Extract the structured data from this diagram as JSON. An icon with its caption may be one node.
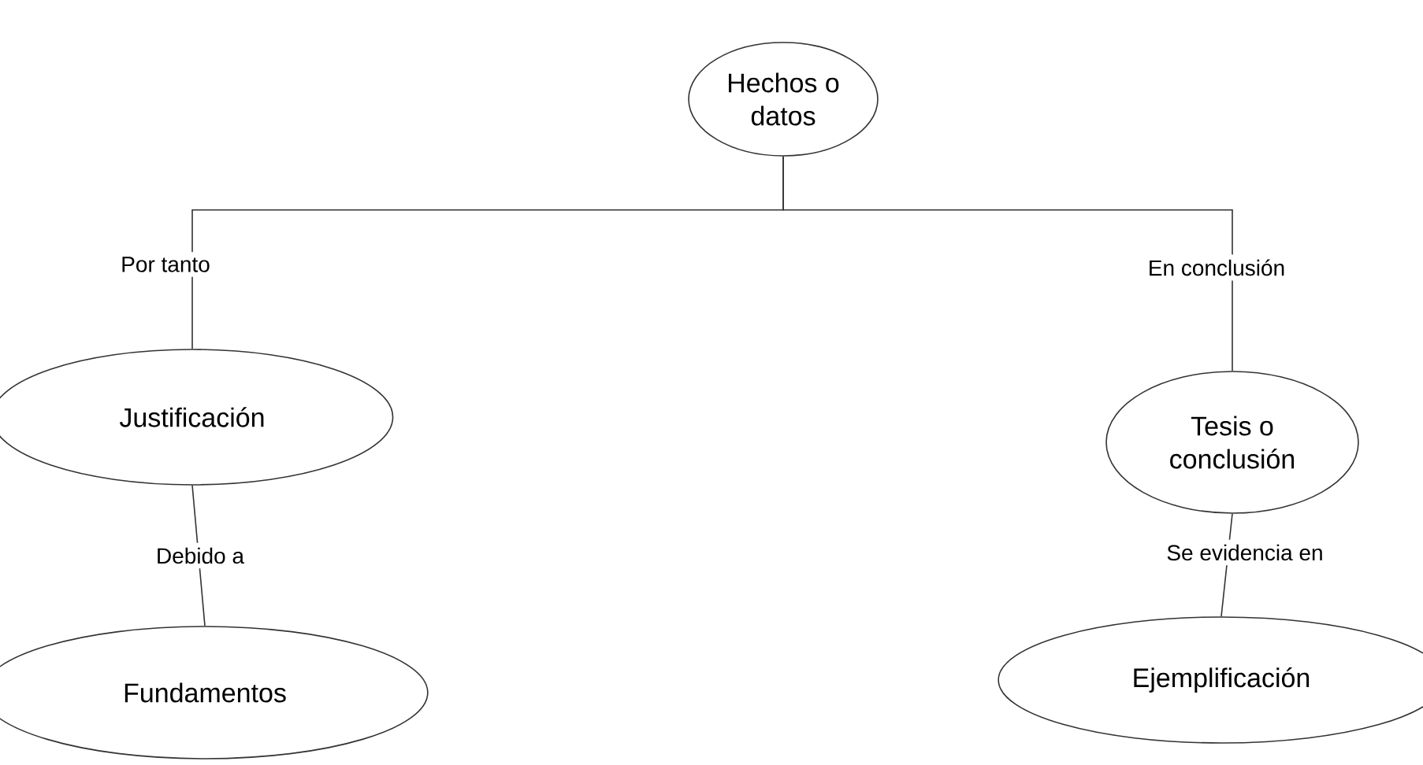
{
  "diagram": {
    "nodes": [
      {
        "text": [
          "Hechos o datos"
        ]
      },
      {
        "text": [
          "Justificación"
        ]
      },
      {
        "text": [
          "Tesis o conclusión"
        ]
      },
      {
        "text": [
          "Fundamentos"
        ]
      },
      {
        "text": [
          "Ejemplificación"
        ]
      }
    ],
    "edges": [
      {
        "from": 0,
        "to": 1,
        "arrow": "none",
        "label": "Por tanto"
      },
      {
        "from": 0,
        "to": 2,
        "arrow": "none",
        "label": "En conclusión"
      },
      {
        "from": 1,
        "to": 3,
        "arrow": "none",
        "label": "Debido a"
      },
      {
        "from": 2,
        "to": 4,
        "arrow": "none",
        "label": "Se evidencia en"
      }
    ]
  }
}
